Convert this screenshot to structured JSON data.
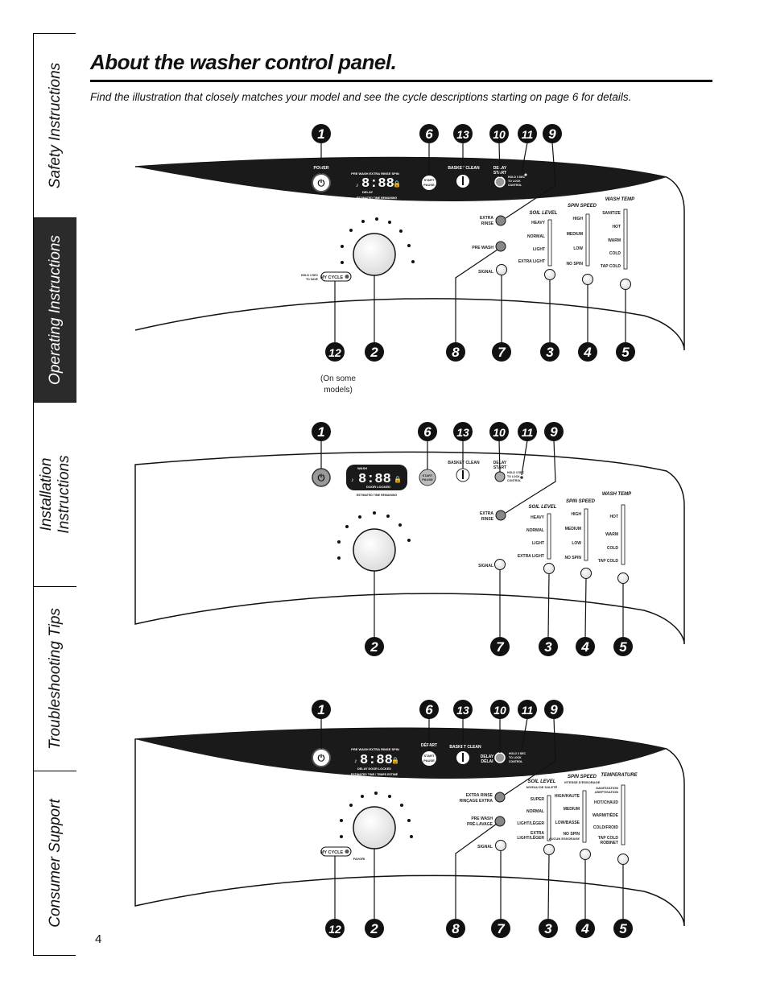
{
  "tabs": [
    "Safety Instructions",
    "Operating Instructions",
    "Installation\nInstructions",
    "Troubleshooting Tips",
    "Consumer Support"
  ],
  "title": "About the washer control panel.",
  "intro": "Find the illustration that closely matches your model and see the cycle descriptions starting on page 6 for details.",
  "page_number": "4",
  "note": [
    "(On some",
    "models)"
  ],
  "callouts": [
    "1",
    "2",
    "3",
    "4",
    "5",
    "6",
    "7",
    "8",
    "9",
    "10",
    "11",
    "12",
    "13"
  ],
  "display": "8:88",
  "panel1": {
    "power": "POWER",
    "display_top": "PRE WASH EXTRA RINSE SPIN",
    "display_bottom": "DELAY",
    "display_sub": "ESTIMATED TIME REMAINING",
    "start": "START",
    "pause": "PAUSE",
    "basket": "BASKET CLEAN",
    "delay": "DELAY",
    "delay2": "START",
    "lock": [
      "HOLD 3 SEC",
      "TO LOCK",
      "CONTROL"
    ],
    "extra_rinse": [
      "EXTRA",
      "RINSE"
    ],
    "pre_wash": "PRE WASH",
    "signal": "SIGNAL",
    "my_cycle": "MY CYCLE",
    "my_cycle_note": [
      "HOLD 3 SEC",
      "TO SAVE"
    ],
    "soil_title": "SOIL LEVEL",
    "soil": [
      "HEAVY",
      "NORMAL",
      "LIGHT",
      "EXTRA LIGHT"
    ],
    "spin_title": "SPIN SPEED",
    "spin": [
      "HIGH",
      "MEDIUM",
      "LOW",
      "NO SPIN"
    ],
    "temp_title": "WASH TEMP",
    "temp": [
      "SANITIZE",
      "HOT",
      "WARM",
      "COLD",
      "TAP COLD"
    ]
  },
  "panel2": {
    "display_top": "WASH",
    "display_bottom": "DOOR LOCKED",
    "display_sub": "ESTIMATED TIME REMAINING",
    "start": "START",
    "pause": "PAUSE",
    "basket": "BASKET CLEAN",
    "delay": "DELAY",
    "delay2": "START",
    "lock": [
      "HOLD 3 SEC",
      "TO LOCK",
      "CONTROL"
    ],
    "extra_rinse": [
      "EXTRA",
      "RINSE"
    ],
    "signal": "SIGNAL",
    "soil_title": "SOIL LEVEL",
    "soil": [
      "HEAVY",
      "NORMAL",
      "LIGHT",
      "EXTRA LIGHT"
    ],
    "spin_title": "SPIN SPEED",
    "spin": [
      "HIGH",
      "MEDIUM",
      "LOW",
      "NO SPIN"
    ],
    "temp_title": "WASH TEMP",
    "temp": [
      "HOT",
      "WARM",
      "COLD",
      "TAP COLD"
    ]
  },
  "panel3": {
    "display_top": "PRE WASH EXTRA RINSE SPIN",
    "display_bottom": "DELAY  DOOR LOCKED",
    "display_sub": "ESTIMATED TIME / TEMPS ESTIMÉ",
    "depart": "DÉPART",
    "start": "START",
    "pause": "PAUSE",
    "basket": "BASKET CLEAN",
    "delay": "DELAY",
    "delay2": "DÉLAI",
    "lock": [
      "HOLD 3 SEC",
      "TO LOCK",
      "CONTROL"
    ],
    "extra_rinse": [
      "EXTRA RINSE",
      "RINÇAGE EXTRA"
    ],
    "pre_wash": [
      "PRE WASH",
      "PRÉ-LAVAGE"
    ],
    "signal": "SIGNAL",
    "my_cycle": "MY CYCLE",
    "favori": "FAVORI",
    "soil_title": "SOIL LEVEL",
    "soil_title2": "NIVEAU DE SALETÉ",
    "soil": [
      [
        "SUPER"
      ],
      [
        "NORMAL"
      ],
      [
        "LIGHT/LÉGER"
      ],
      [
        "EXTRA",
        "LIGHT/LÉGER"
      ]
    ],
    "spin_title": "SPIN SPEED",
    "spin_title2": "VITESSE D'ESSORAGE",
    "spin": [
      [
        "HIGH/HAUTE"
      ],
      [
        "MEDIUM"
      ],
      [
        "LOW/BASSE"
      ],
      [
        "NO SPIN",
        "AUCUN ESSORAGE"
      ]
    ],
    "temp_title": "TEMPERATURE",
    "temp": [
      [
        "SANITIZATION",
        "ASEPTISATION"
      ],
      [
        "HOT/CHAUD"
      ],
      [
        "WARM/TIÈDE"
      ],
      [
        "COLD/FROID"
      ],
      [
        "TAP COLD",
        "ROBINET"
      ]
    ]
  }
}
